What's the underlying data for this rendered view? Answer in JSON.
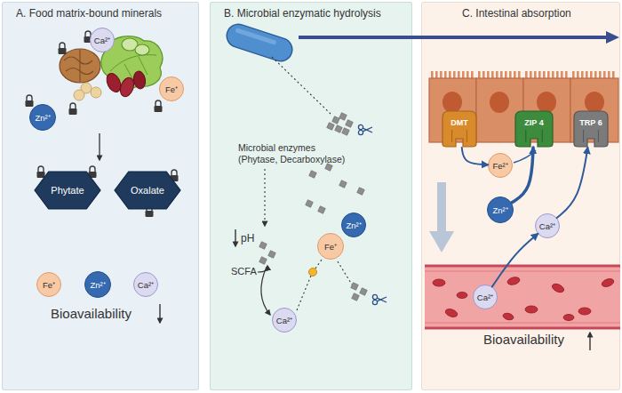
{
  "diagram": {
    "nodes": [
      {
        "text": [
          "A. Food matrix-bound minerals"
        ]
      },
      {
        "text": [
          "Ca²⁺"
        ],
        "in": 0
      },
      {
        "text": [
          "Fe⁺"
        ],
        "in": 0
      },
      {
        "text": [
          "Zn²⁺"
        ],
        "in": 0
      },
      {
        "text": [
          "Phytate"
        ],
        "in": 0
      },
      {
        "text": [
          "Oxalate"
        ],
        "in": 0
      },
      {
        "text": [
          "Fe⁺"
        ],
        "in": 0
      },
      {
        "text": [
          "Zn²⁺"
        ],
        "in": 0
      },
      {
        "text": [
          "Ca²⁺"
        ],
        "in": 0
      },
      {
        "text": [
          "B. Microbial enzymatic hydrolysis"
        ]
      },
      {
        "text": [
          "Zn²⁺"
        ],
        "in": 9
      },
      {
        "text": [
          "Fe⁺"
        ],
        "in": 9
      },
      {
        "text": [
          "Ca²⁺"
        ],
        "in": 9
      },
      {
        "text": [
          "C. Intestinal absorption"
        ]
      },
      {
        "text": [
          "DMT"
        ],
        "in": 13
      },
      {
        "text": [
          "ZIP 4"
        ],
        "in": 13
      },
      {
        "text": [
          "TRP 6"
        ],
        "in": 13
      },
      {
        "text": [
          "Fe²⁺"
        ],
        "in": 13
      },
      {
        "text": [
          "Zn²⁺"
        ],
        "in": 13
      },
      {
        "text": [
          "Ca²⁺"
        ],
        "in": 13
      },
      {
        "text": [
          "Ca²⁺"
        ],
        "in": 13
      }
    ],
    "edges": [
      {
        "from": 14,
        "to": 17,
        "arrow": "to"
      },
      {
        "from": 18,
        "to": 15,
        "arrow": "to"
      },
      {
        "from": 19,
        "to": 16,
        "arrow": "to"
      },
      {
        "from": 20,
        "to": 19,
        "arrow": "to"
      }
    ],
    "labels": [
      "Bioavailability",
      "Microbial enzymes (Phytase, Decarboxylase)",
      "pH",
      "SCFA",
      "Bioavailability"
    ]
  }
}
